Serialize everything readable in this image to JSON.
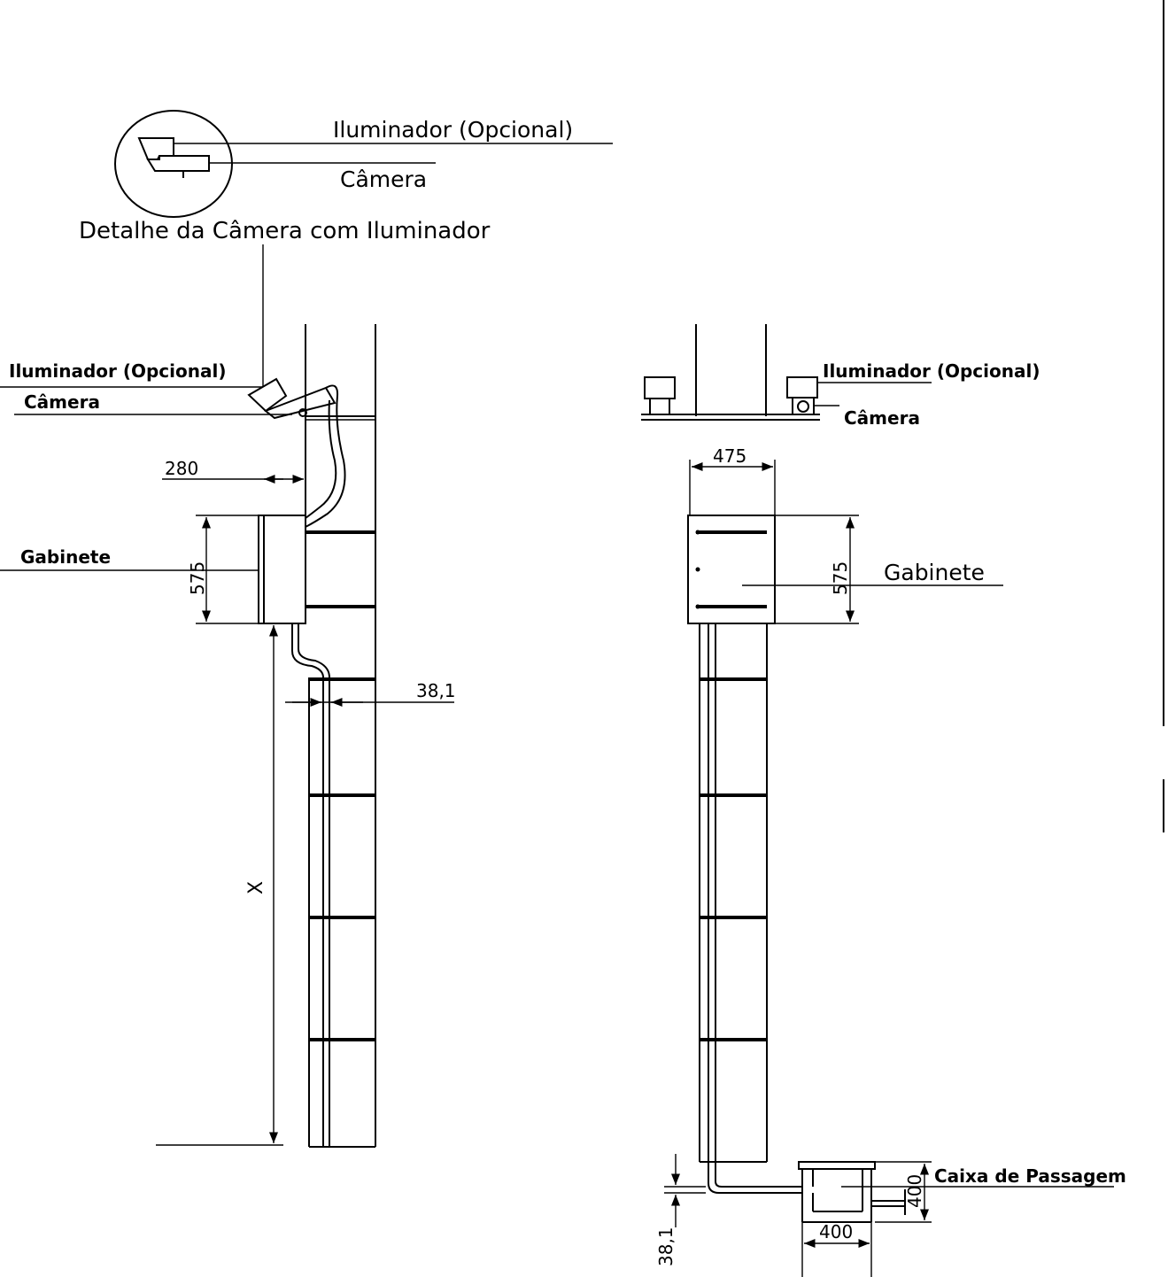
{
  "detail": {
    "title": "Detalhe da Câmera com Iluminador",
    "iluminador": "Iluminador (Opcional)",
    "camera": "Câmera"
  },
  "side_view": {
    "iluminador": "Iluminador (Opcional)",
    "camera": "Câmera",
    "gabinete": "Gabinete",
    "dim_offset": "280",
    "dim_height": "575",
    "dim_conduit": "38,1",
    "dim_x": "X"
  },
  "front_view": {
    "iluminador": "Iluminador (Opcional)",
    "camera": "Câmera",
    "gabinete": "Gabinete",
    "dim_width": "475",
    "dim_height": "575",
    "dim_conduit": "38,1",
    "box_label": "Caixa de Passagem",
    "dim_box_h": "400",
    "dim_box_w": "400"
  }
}
